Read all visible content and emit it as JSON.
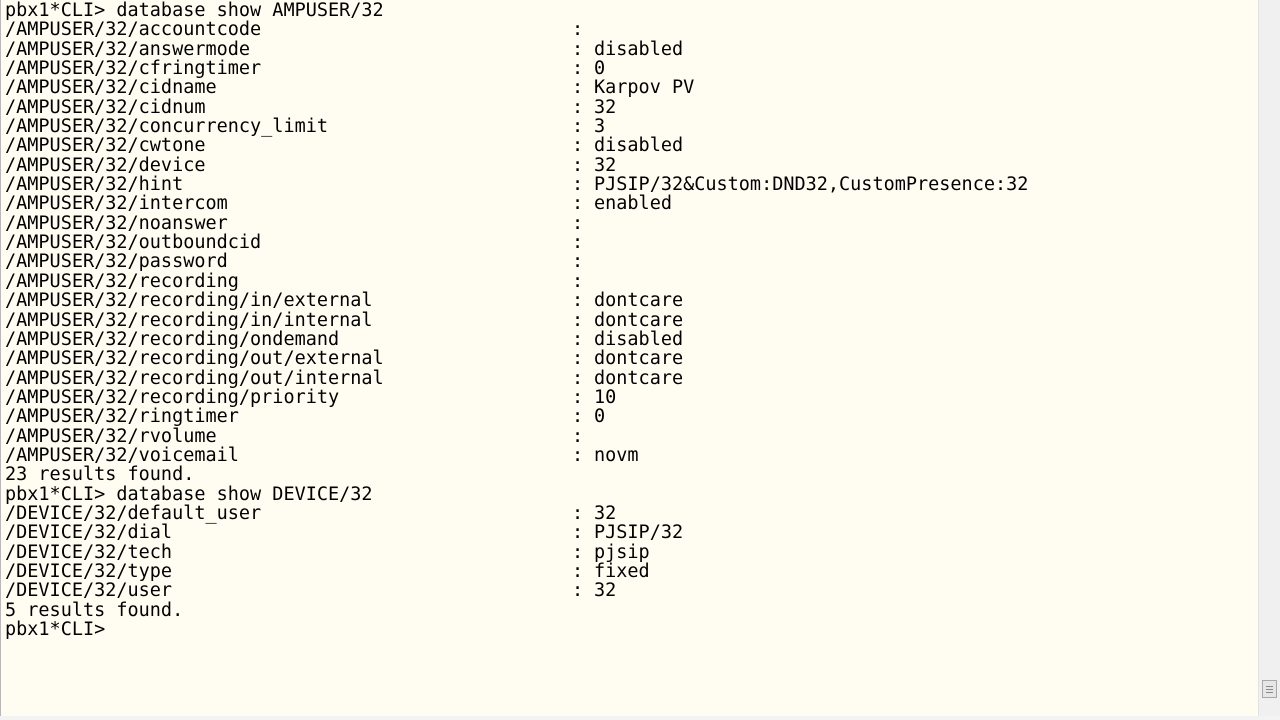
{
  "terminal": {
    "lines": [
      {
        "type": "cmd",
        "text": "pbx1*CLI> database show AMPUSER/32"
      },
      {
        "type": "kv",
        "key": "/AMPUSER/32/accountcode",
        "value": ""
      },
      {
        "type": "kv",
        "key": "/AMPUSER/32/answermode",
        "value": "disabled"
      },
      {
        "type": "kv",
        "key": "/AMPUSER/32/cfringtimer",
        "value": "0"
      },
      {
        "type": "kv",
        "key": "/AMPUSER/32/cidname",
        "value": "Karpov PV"
      },
      {
        "type": "kv",
        "key": "/AMPUSER/32/cidnum",
        "value": "32"
      },
      {
        "type": "kv",
        "key": "/AMPUSER/32/concurrency_limit",
        "value": "3"
      },
      {
        "type": "kv",
        "key": "/AMPUSER/32/cwtone",
        "value": "disabled"
      },
      {
        "type": "kv",
        "key": "/AMPUSER/32/device",
        "value": "32"
      },
      {
        "type": "kv",
        "key": "/AMPUSER/32/hint",
        "value": "PJSIP/32&Custom:DND32,CustomPresence:32"
      },
      {
        "type": "kv",
        "key": "/AMPUSER/32/intercom",
        "value": "enabled"
      },
      {
        "type": "kv",
        "key": "/AMPUSER/32/noanswer",
        "value": ""
      },
      {
        "type": "kv",
        "key": "/AMPUSER/32/outboundcid",
        "value": ""
      },
      {
        "type": "kv",
        "key": "/AMPUSER/32/password",
        "value": ""
      },
      {
        "type": "kv",
        "key": "/AMPUSER/32/recording",
        "value": ""
      },
      {
        "type": "kv",
        "key": "/AMPUSER/32/recording/in/external",
        "value": "dontcare"
      },
      {
        "type": "kv",
        "key": "/AMPUSER/32/recording/in/internal",
        "value": "dontcare"
      },
      {
        "type": "kv",
        "key": "/AMPUSER/32/recording/ondemand",
        "value": "disabled"
      },
      {
        "type": "kv",
        "key": "/AMPUSER/32/recording/out/external",
        "value": "dontcare"
      },
      {
        "type": "kv",
        "key": "/AMPUSER/32/recording/out/internal",
        "value": "dontcare"
      },
      {
        "type": "kv",
        "key": "/AMPUSER/32/recording/priority",
        "value": "10"
      },
      {
        "type": "kv",
        "key": "/AMPUSER/32/ringtimer",
        "value": "0"
      },
      {
        "type": "kv",
        "key": "/AMPUSER/32/rvolume",
        "value": ""
      },
      {
        "type": "kv",
        "key": "/AMPUSER/32/voicemail",
        "value": "novm"
      },
      {
        "type": "text",
        "text": "23 results found."
      },
      {
        "type": "cmd",
        "text": "pbx1*CLI> database show DEVICE/32"
      },
      {
        "type": "kv",
        "key": "/DEVICE/32/default_user",
        "value": "32"
      },
      {
        "type": "kv",
        "key": "/DEVICE/32/dial",
        "value": "PJSIP/32"
      },
      {
        "type": "kv",
        "key": "/DEVICE/32/tech",
        "value": "pjsip"
      },
      {
        "type": "kv",
        "key": "/DEVICE/32/type",
        "value": "fixed"
      },
      {
        "type": "kv",
        "key": "/DEVICE/32/user",
        "value": "32"
      },
      {
        "type": "text",
        "text": "5 results found."
      },
      {
        "type": "prompt",
        "text": "pbx1*CLI> "
      }
    ],
    "separator": ":",
    "colors": {
      "background": "#fffdf2",
      "foreground": "#000000"
    }
  },
  "scrollbar": {
    "icon": "scroll-thumb-grip-icon"
  }
}
